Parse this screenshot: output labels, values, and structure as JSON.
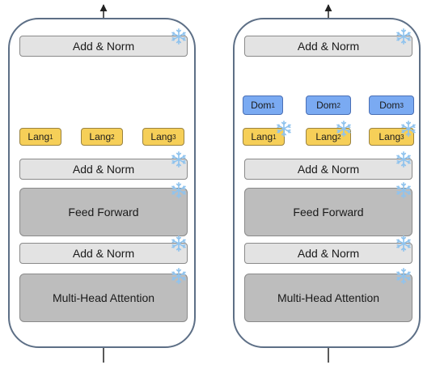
{
  "left": {
    "add_norm_top": "Add & Norm",
    "lang": [
      "Lang",
      "Lang",
      "Lang"
    ],
    "lang_sub": [
      "1",
      "2",
      "3"
    ],
    "add_norm_mid": "Add & Norm",
    "feed_forward": "Feed Forward",
    "add_norm_low": "Add & Norm",
    "attention": "Multi-Head Attention"
  },
  "right": {
    "add_norm_top": "Add & Norm",
    "dom": [
      "Dom",
      "Dom",
      "Dom"
    ],
    "dom_sub": [
      "1",
      "2",
      "3"
    ],
    "lang": [
      "Lang",
      "Lang",
      "Lang"
    ],
    "lang_sub": [
      "1",
      "2",
      "3"
    ],
    "add_norm_mid": "Add & Norm",
    "feed_forward": "Feed Forward",
    "add_norm_low": "Add & Norm",
    "attention": "Multi-Head Attention"
  },
  "icons": {
    "frozen": "snowflake-icon"
  },
  "colors": {
    "lang_fill": "#f6cf58",
    "dom_fill": "#7aaaf2",
    "norm_fill": "#e3e3e3",
    "block_fill": "#bdbdbd",
    "frozen_icon": "#8fc3ee",
    "panel_border": "#5d6f86"
  }
}
